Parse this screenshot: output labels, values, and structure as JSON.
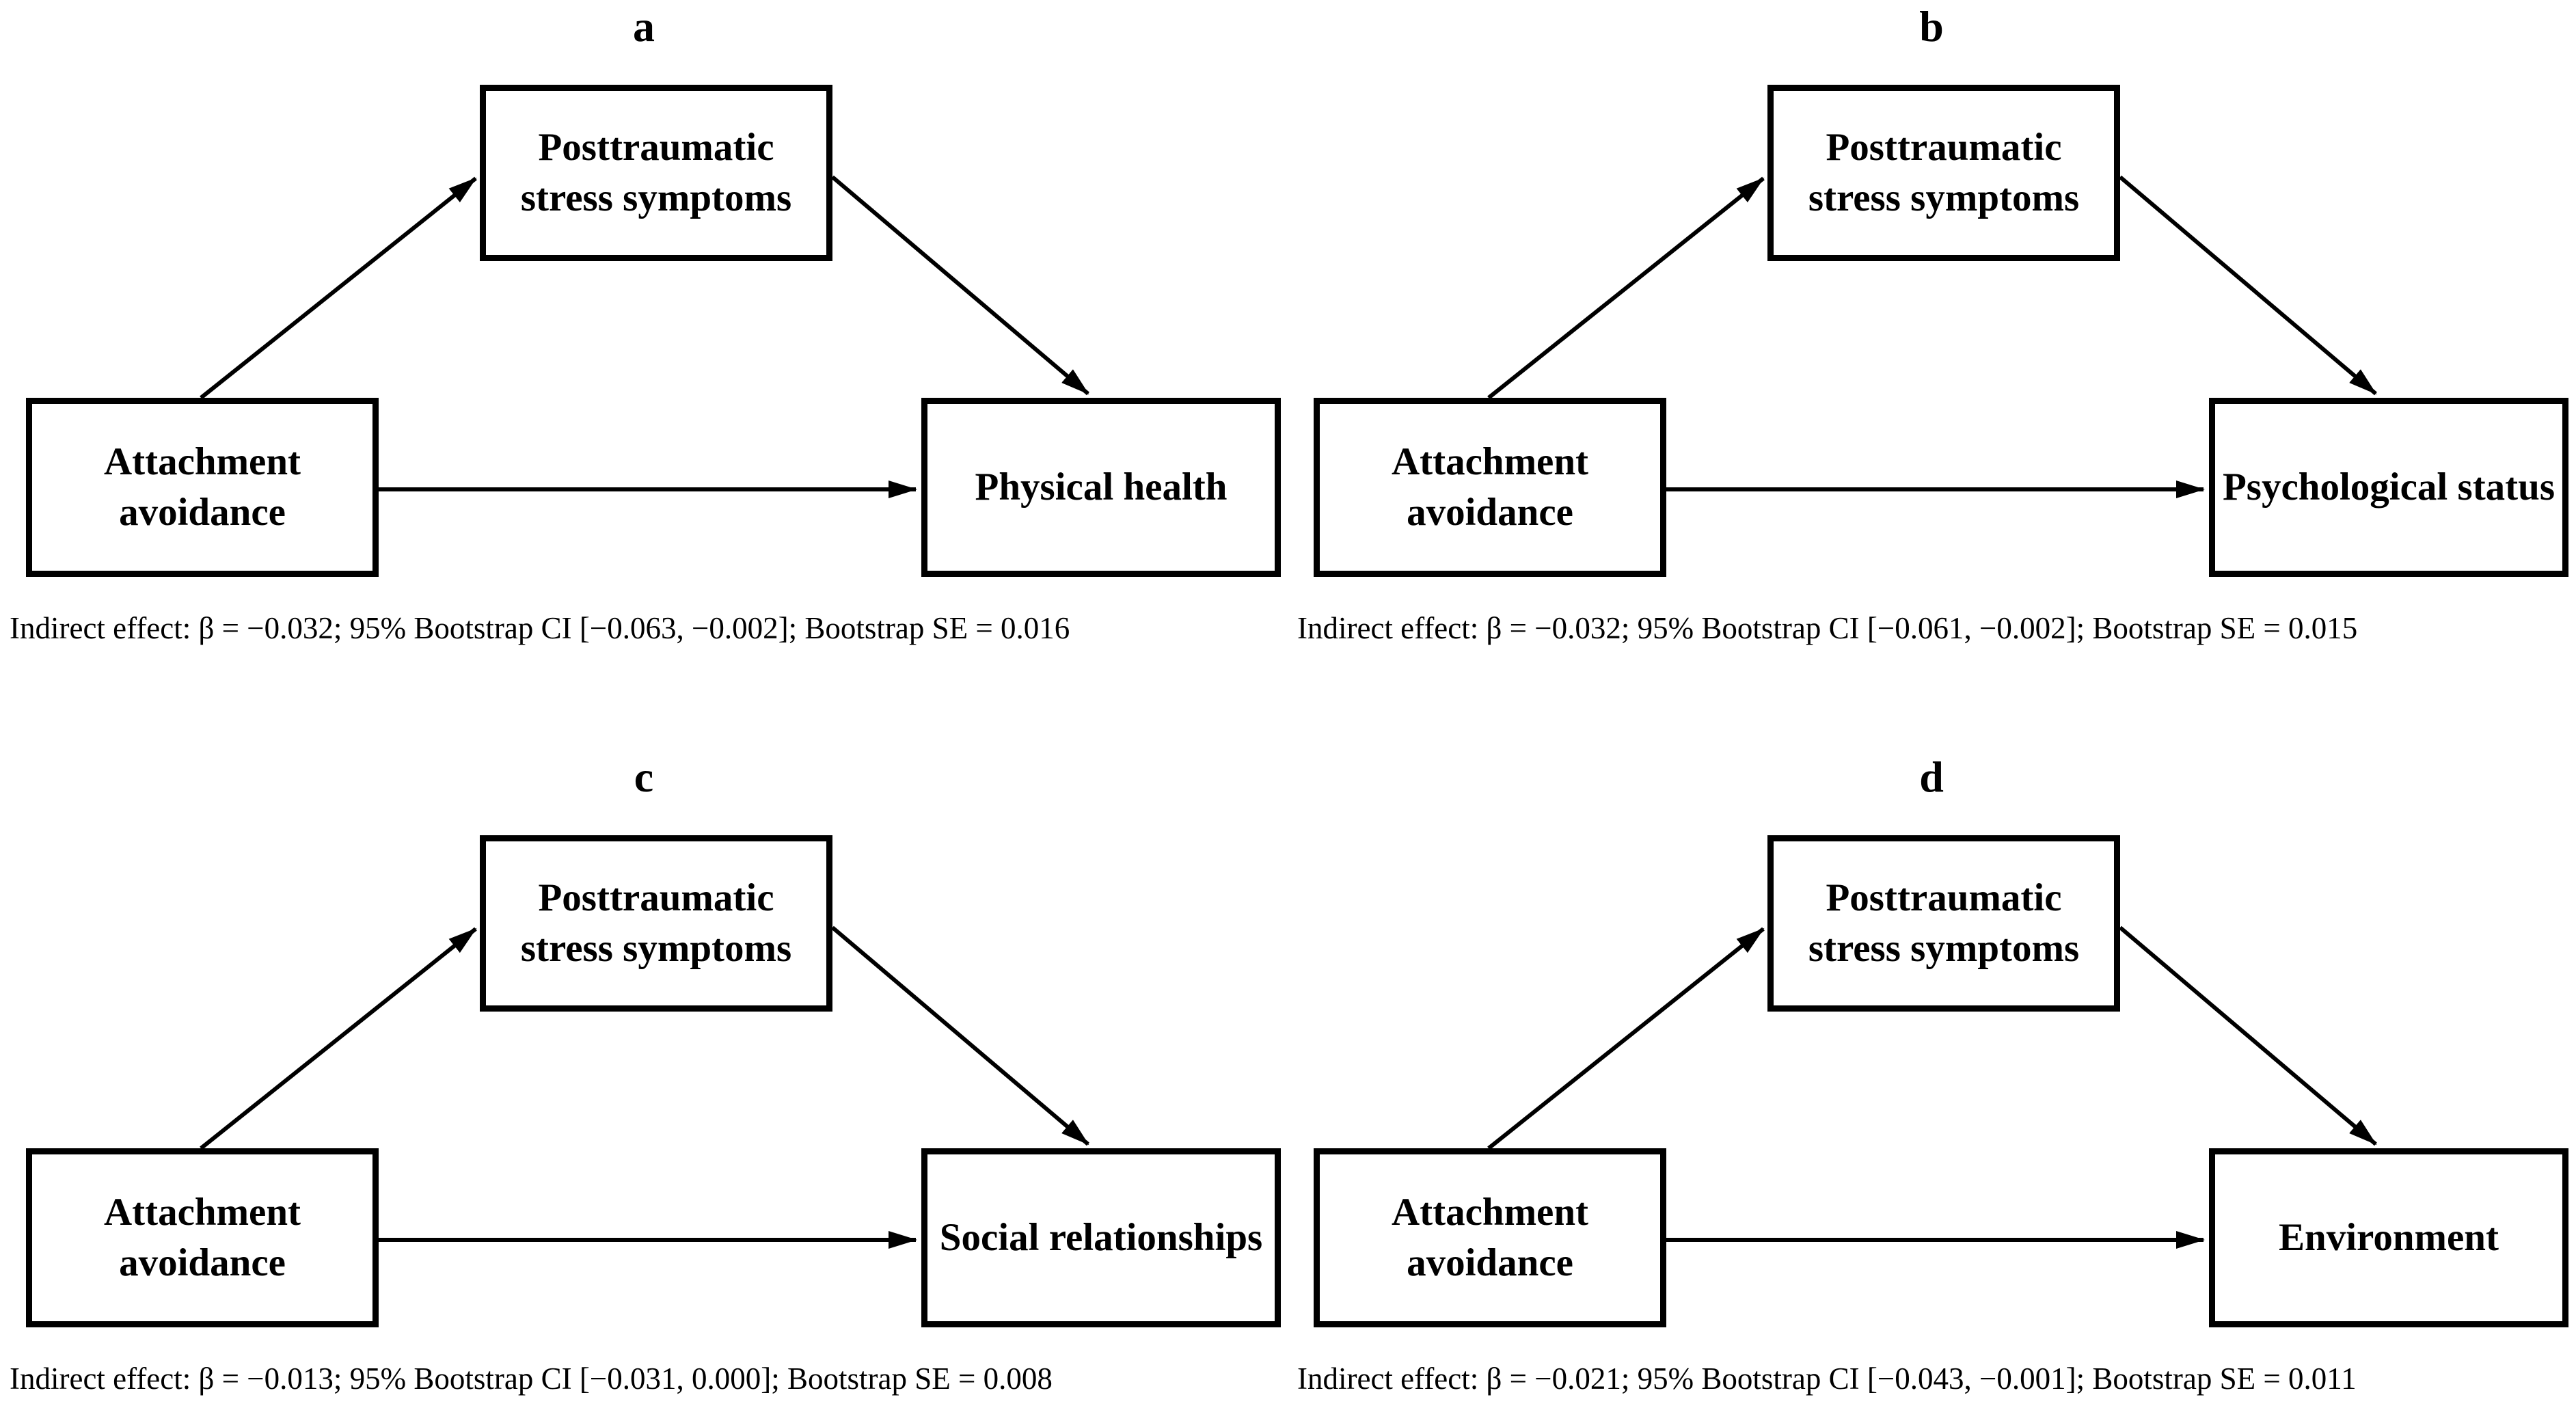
{
  "colors": {
    "ink": "#000000",
    "background": "#ffffff"
  },
  "panels": [
    {
      "letter": "a",
      "predictor": "Attachment avoidance",
      "mediator": "Posttraumatic stress symptoms",
      "outcome": "Physical health",
      "caption": "Indirect effect: β = −0.032; 95% Bootstrap CI [−0.063, −0.002]; Bootstrap SE = 0.016"
    },
    {
      "letter": "b",
      "predictor": "Attachment avoidance",
      "mediator": "Posttraumatic stress symptoms",
      "outcome": "Psychological status",
      "caption": "Indirect effect: β = −0.032; 95% Bootstrap CI [−0.061, −0.002]; Bootstrap SE = 0.015"
    },
    {
      "letter": "c",
      "predictor": "Attachment avoidance",
      "mediator": "Posttraumatic stress symptoms",
      "outcome": "Social relationships",
      "caption": "Indirect effect: β = −0.013; 95% Bootstrap CI [−0.031, 0.000]; Bootstrap SE = 0.008"
    },
    {
      "letter": "d",
      "predictor": "Attachment avoidance",
      "mediator": "Posttraumatic stress symptoms",
      "outcome": "Environment",
      "caption": "Indirect effect: β = −0.021; 95% Bootstrap CI [−0.043, −0.001]; Bootstrap SE = 0.011"
    }
  ],
  "arrow_paths": [
    {
      "from": "predictor",
      "to": "mediator"
    },
    {
      "from": "mediator",
      "to": "outcome"
    },
    {
      "from": "predictor",
      "to": "outcome"
    }
  ]
}
